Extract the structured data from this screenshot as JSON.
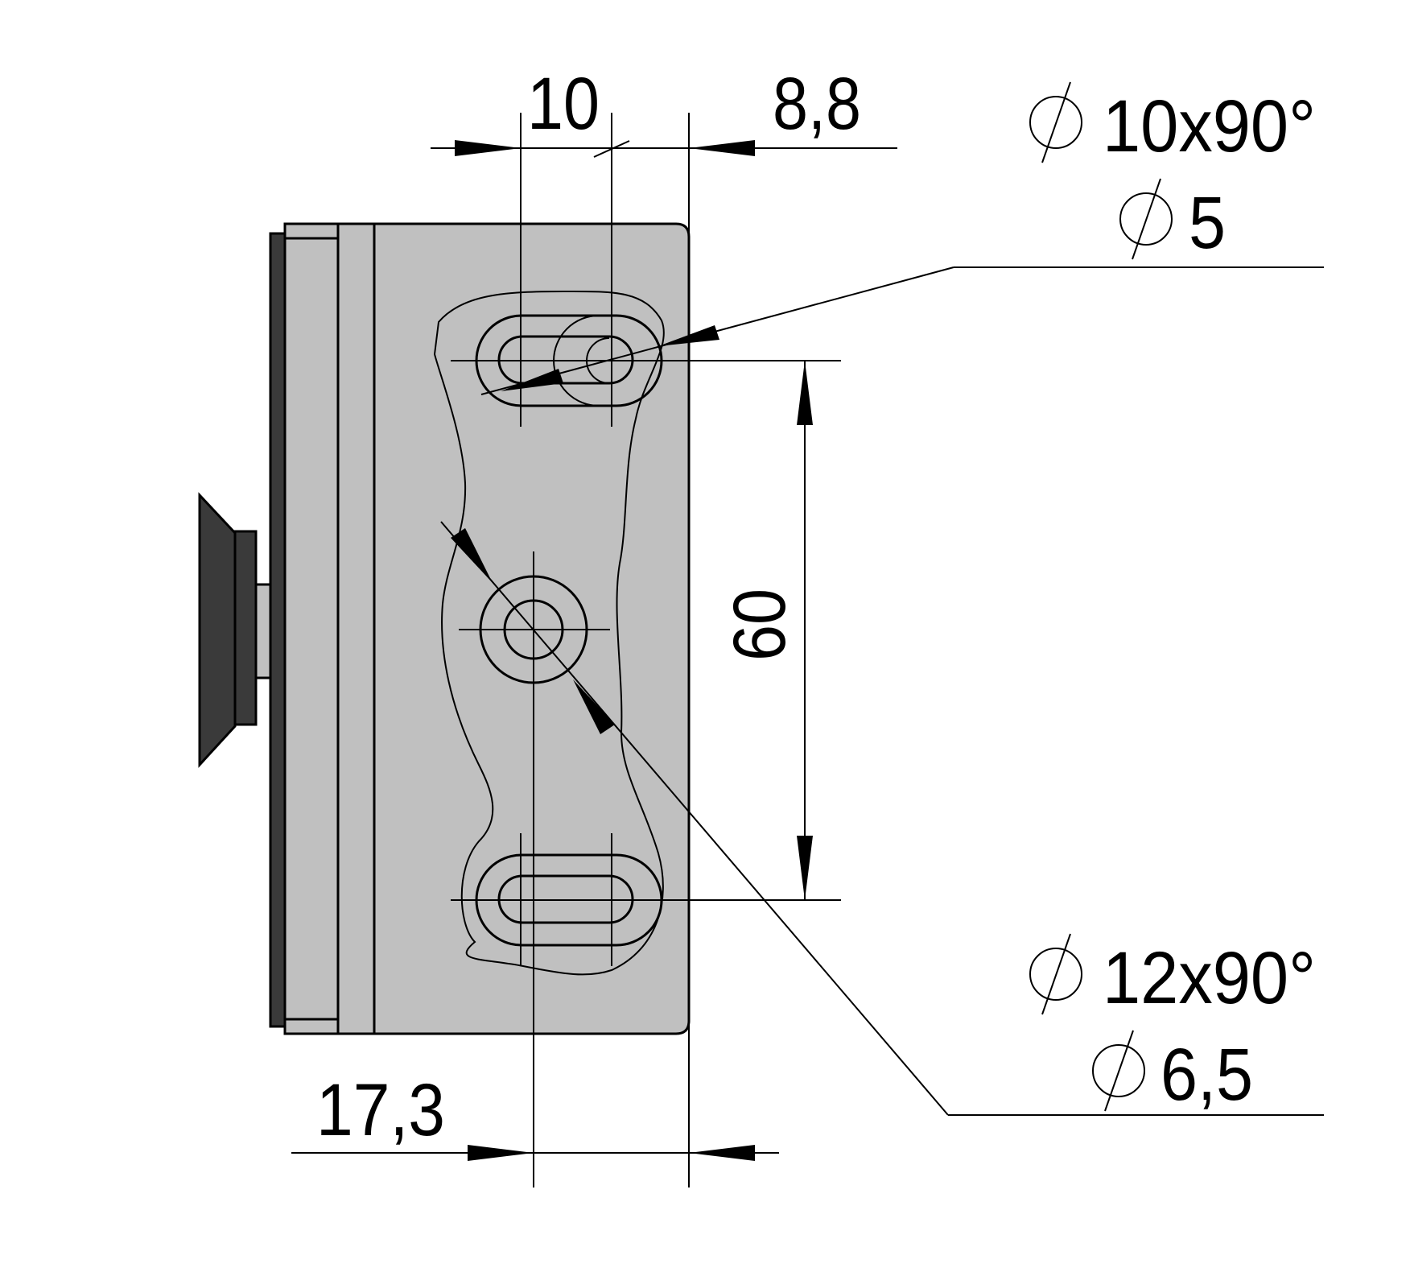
{
  "colors": {
    "body_fill": "#c0c0c0",
    "dark_fill": "#3a3a3a",
    "hole_fill": "#ffffff",
    "line": "#000000"
  },
  "dimensions": {
    "top_left": "10",
    "top_right": "8,8",
    "vertical": "60",
    "bottom": "17,3"
  },
  "callouts": {
    "upper_countersink": "10x90°",
    "upper_hole": "5",
    "lower_countersink": "12x90°",
    "lower_hole": "6,5",
    "diameter_symbol": "diameter-icon"
  }
}
